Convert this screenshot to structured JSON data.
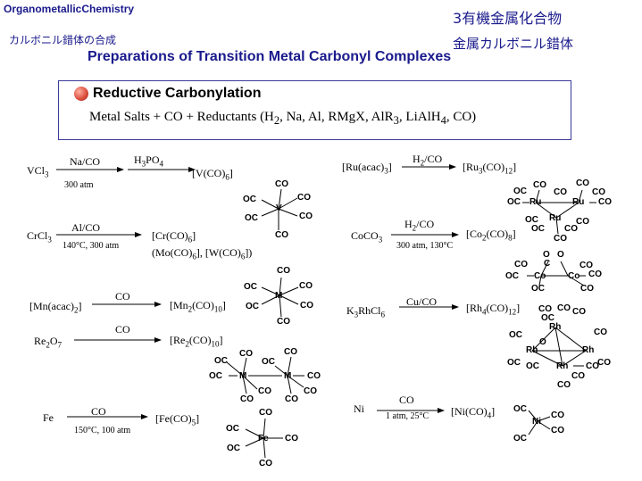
{
  "header": {
    "left_title_a": "Organometallic",
    "left_title_b": "Chemistry",
    "right_title": "3有機金属化合物",
    "subtitle_left": "カルボニル錯体の合成",
    "subtitle_right": "金属カルボニル錯体"
  },
  "main_title": "Preparations of Transition Metal Carbonyl Complexes",
  "banner": {
    "title": "Reductive Carbonylation",
    "formula": "Metal Salts + CO + Reductants (H2, Na, Al, RMgX, AlR3, LiAlH4, CO)",
    "bullet_color": "#d94a3a",
    "border_color": "#3a3a9a"
  },
  "left": {
    "v": {
      "start": "VCl3",
      "reagent1": "Na/CO",
      "cond1": "300 atm",
      "reagent2": "H3PO4",
      "product": "[V(CO)6]"
    },
    "cr": {
      "start": "CrCl3",
      "reagent": "Al/CO",
      "cond": "140°C, 300 atm",
      "product1": "[Cr(CO)6]",
      "product2": "(Mo(CO)6], [W(CO)6])"
    },
    "mn": {
      "start": "[Mn(acac)2]",
      "reagent": "CO",
      "product": "[Mn2(CO)10]"
    },
    "re": {
      "start": "Re2O7",
      "reagent": "CO",
      "product": "[Re2(CO)10]"
    },
    "fe": {
      "start": "Fe",
      "reagent": "CO",
      "cond": "150°C, 100 atm",
      "product": "[Fe(CO)5]"
    }
  },
  "right": {
    "ru": {
      "start": "[Ru(acac)3]",
      "reagent": "H2/CO",
      "product": "[Ru3(CO)12]"
    },
    "co": {
      "start": "CoCO3",
      "reagent": "H2/CO",
      "cond": "300 atm, 130°C",
      "product": "[Co2(CO)8]"
    },
    "rh": {
      "start": "K3RhCl6",
      "reagent": "Cu/CO",
      "product": "[Rh4(CO)12]"
    },
    "ni": {
      "start": "Ni",
      "reagent": "CO",
      "cond": "1 atm, 25°C",
      "product": "[Ni(CO)4]"
    }
  },
  "structure_labels": {
    "co": "CO",
    "oc": "OC",
    "v": "V",
    "m": "M",
    "fe": "Fe",
    "ru": "Ru",
    "co_atom": "Co",
    "rh": "Rh",
    "ni": "Ni",
    "o": "O",
    "c": "C"
  }
}
